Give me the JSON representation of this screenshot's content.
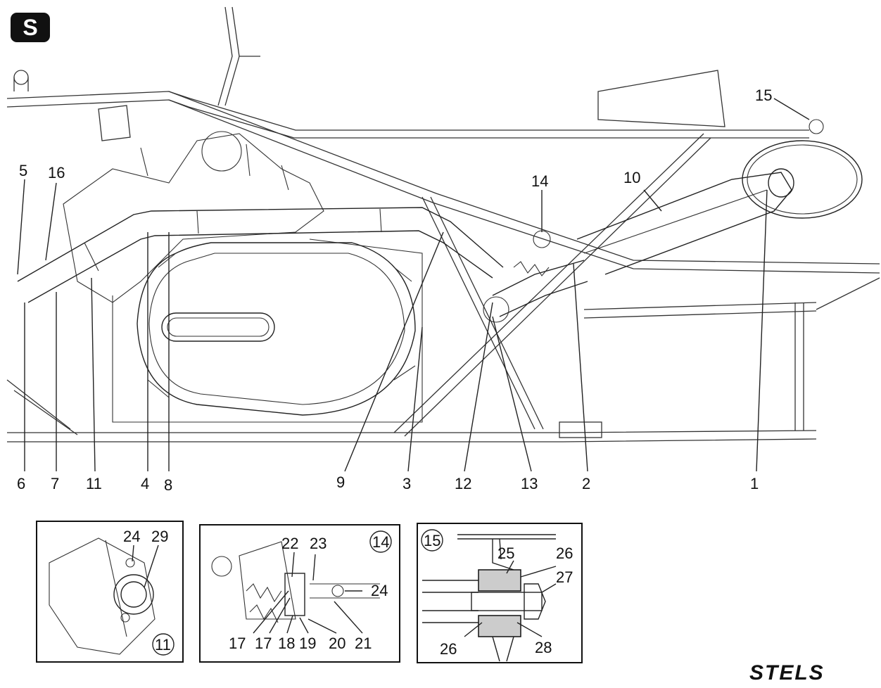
{
  "brand": {
    "logo_text": "S",
    "wordmark": "STELS"
  },
  "callouts": {
    "c1": "1",
    "c2": "2",
    "c3": "3",
    "c4": "4",
    "c5": "5",
    "c6": "6",
    "c7": "7",
    "c8": "8",
    "c9": "9",
    "c10": "10",
    "c11": "11",
    "c12": "12",
    "c13": "13",
    "c14": "14",
    "c15": "15",
    "c16": "16"
  },
  "detail_11": {
    "tag": "11",
    "labels": {
      "a": "24",
      "b": "29"
    }
  },
  "detail_14": {
    "tag": "14",
    "labels": {
      "a": "22",
      "b": "23",
      "c": "24",
      "d": "17",
      "e": "17",
      "f": "18",
      "g": "19",
      "h": "20",
      "i": "21"
    }
  },
  "detail_15": {
    "tag": "15",
    "labels": {
      "a": "25",
      "b": "26",
      "c": "27",
      "d": "26",
      "e": "28"
    }
  },
  "colors": {
    "line": "#222222",
    "background": "#ffffff"
  }
}
